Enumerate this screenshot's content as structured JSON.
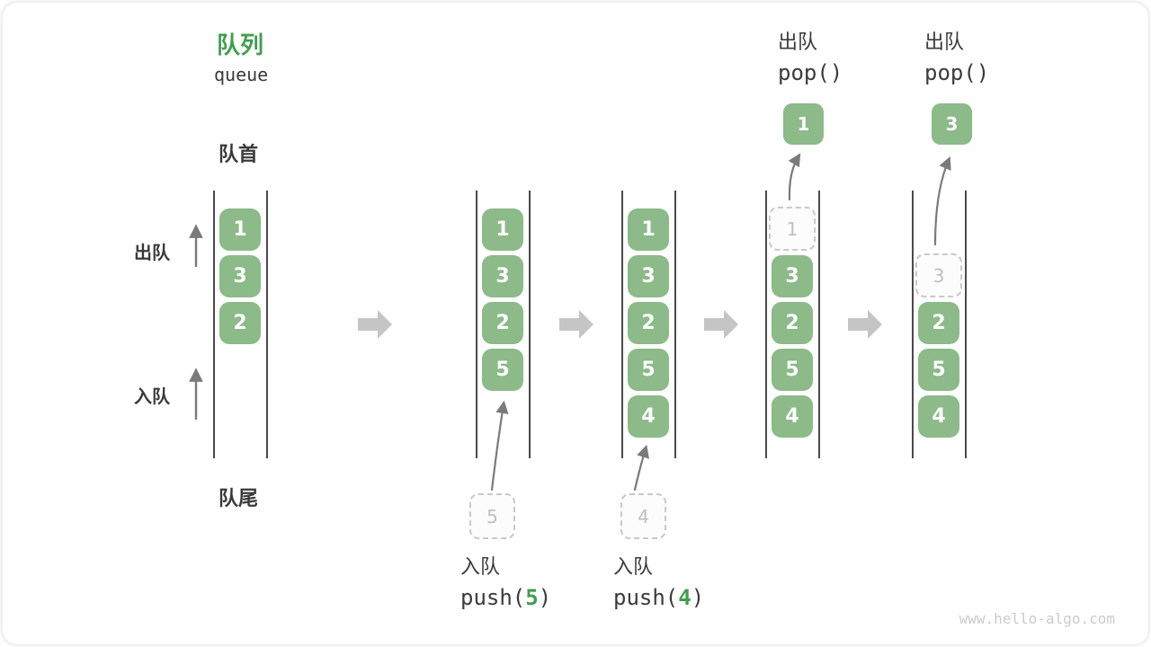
{
  "title": {
    "zh": "队列",
    "en": "queue"
  },
  "labels": {
    "front": "队首",
    "rear": "队尾",
    "dequeue_side": "出队",
    "enqueue_side": "入队"
  },
  "colors": {
    "accent_green": "#419e4f",
    "box_green": "#8cba89",
    "rail_gray": "#4a4a4a",
    "thin_arrow_gray": "#7a7a7a",
    "block_arrow_gray": "#c5c5c5",
    "ghost_gray": "#c0c0c0",
    "text_dark": "#3b3b3b",
    "watermark_gray": "#cbcbcb"
  },
  "steps": [
    {
      "cells": [
        {
          "v": "1"
        },
        {
          "v": "3"
        },
        {
          "v": "2"
        }
      ]
    },
    {
      "cells": [
        {
          "v": "1"
        },
        {
          "v": "3"
        },
        {
          "v": "2"
        },
        {
          "v": "5"
        }
      ]
    },
    {
      "cells": [
        {
          "v": "1"
        },
        {
          "v": "3"
        },
        {
          "v": "2"
        },
        {
          "v": "5"
        },
        {
          "v": "4"
        }
      ]
    },
    {
      "ghost": {
        "v": "1"
      },
      "cells": [
        {
          "v": "3"
        },
        {
          "v": "2"
        },
        {
          "v": "5"
        },
        {
          "v": "4"
        }
      ]
    },
    {
      "ghost": {
        "v": "3"
      },
      "cells": [
        {
          "v": "2"
        },
        {
          "v": "5"
        },
        {
          "v": "4"
        }
      ]
    }
  ],
  "operations": {
    "push5": {
      "label": "入队",
      "code_open": "push(",
      "arg": "5",
      "code_close": ")",
      "incoming": "5"
    },
    "push4": {
      "label": "入队",
      "code_open": "push(",
      "arg": "4",
      "code_close": ")",
      "incoming": "4"
    },
    "pop1": {
      "label": "出队",
      "code": "pop()",
      "popped": "1"
    },
    "pop2": {
      "label": "出队",
      "code": "pop()",
      "popped": "3"
    }
  },
  "watermark": "www.hello-algo.com"
}
